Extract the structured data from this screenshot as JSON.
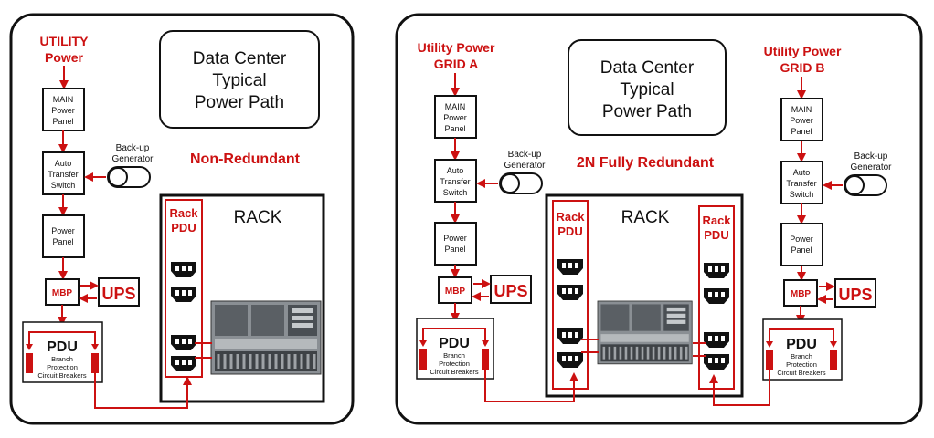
{
  "panels": [
    {
      "title_lines": [
        "Data Center",
        "Typical",
        "Power Path"
      ],
      "redundancy": "Non-Redundant",
      "utility": [
        "UTILITY",
        "Power"
      ],
      "main_panel": [
        "MAIN",
        "Power",
        "Panel"
      ],
      "ats": [
        "Auto",
        "Transfer",
        "Switch"
      ],
      "generator": [
        "Back-up",
        "Generator"
      ],
      "power_panel": [
        "Power",
        "Panel"
      ],
      "mbp": "MBP",
      "ups": "UPS",
      "pdu": "PDU",
      "pdu_sub": [
        "Branch",
        "Protection",
        "Circuit Breakers"
      ],
      "rack": "RACK",
      "rack_pdu": [
        "Rack",
        "PDU"
      ]
    },
    {
      "title_lines": [
        "Data Center",
        "Typical",
        "Power Path"
      ],
      "redundancy": "2N Fully Redundant",
      "rack": "RACK",
      "rack_pdu": [
        "Rack",
        "PDU"
      ],
      "grids": [
        {
          "utility": [
            "Utility Power",
            "GRID A"
          ],
          "main_panel": [
            "MAIN",
            "Power",
            "Panel"
          ],
          "ats": [
            "Auto",
            "Transfer",
            "Switch"
          ],
          "generator": [
            "Back-up",
            "Generator"
          ],
          "power_panel": [
            "Power",
            "Panel"
          ],
          "mbp": "MBP",
          "ups": "UPS",
          "pdu": "PDU",
          "pdu_sub": [
            "Branch",
            "Protection",
            "Circuit Breakers"
          ]
        },
        {
          "utility": [
            "Utility Power",
            "GRID B"
          ],
          "main_panel": [
            "MAIN",
            "Power",
            "Panel"
          ],
          "ats": [
            "Auto",
            "Transfer",
            "Switch"
          ],
          "generator": [
            "Back-up",
            "Generator"
          ],
          "power_panel": [
            "Power",
            "Panel"
          ],
          "mbp": "MBP",
          "ups": "UPS",
          "pdu": "PDU",
          "pdu_sub": [
            "Branch",
            "Protection",
            "Circuit Breakers"
          ]
        }
      ]
    }
  ],
  "colors": {
    "accent": "#cc1111",
    "ink": "#111111",
    "server": "#8a8f94"
  }
}
